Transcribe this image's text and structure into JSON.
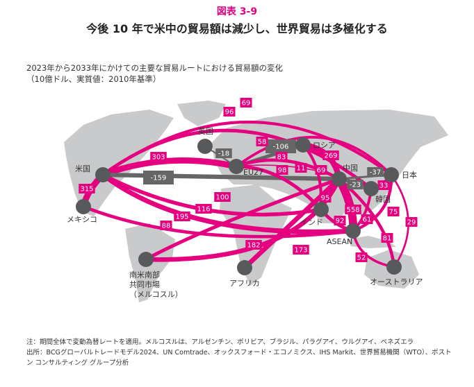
{
  "figure_number": "図表 3-9",
  "title": "今後 10 年で米中の貿易額は減少し、世界貿易は多極化する",
  "subtitle_line1": "2023年から2033年にかけての主要な貿易ルートにおける貿易額の変化",
  "subtitle_line2": "（10億ドル、実質値：2010年基準）",
  "colors": {
    "positive": "#e4007f",
    "negative": "#666666",
    "node": "#58595b",
    "land": "#c9cacc"
  },
  "nodes": [
    {
      "id": "us",
      "label": "米国"
    },
    {
      "id": "mx",
      "label": "メキシコ"
    },
    {
      "id": "uk",
      "label": "英国"
    },
    {
      "id": "eu",
      "label": "EU27"
    },
    {
      "id": "ru",
      "label": "ロシア"
    },
    {
      "id": "cn",
      "label": "中国"
    },
    {
      "id": "jp",
      "label": "日本"
    },
    {
      "id": "kr",
      "label": "韓国"
    },
    {
      "id": "in",
      "label": "インド"
    },
    {
      "id": "asean",
      "label": "ASEAN"
    },
    {
      "id": "sa",
      "label": "南米南部\n共同市場\n（メルコスル）"
    },
    {
      "id": "af",
      "label": "アフリカ"
    },
    {
      "id": "au",
      "label": "オーストラリア"
    }
  ],
  "flows": [
    {
      "from": "us",
      "to": "mx",
      "value": "315"
    },
    {
      "from": "us",
      "to": "eu",
      "value": "303"
    },
    {
      "from": "us",
      "to": "cn",
      "value": "-159"
    },
    {
      "from": "us",
      "to": "jp",
      "value": "69"
    },
    {
      "from": "us",
      "to": "kr",
      "value": "96"
    },
    {
      "from": "us",
      "to": "in",
      "value": "116"
    },
    {
      "from": "us",
      "to": "asean",
      "value": "195"
    },
    {
      "from": "mx",
      "to": "asean",
      "value": "88"
    },
    {
      "from": "uk",
      "to": "eu",
      "value": "-18"
    },
    {
      "from": "eu",
      "to": "ru",
      "value": "-106"
    },
    {
      "from": "eu",
      "to": "jp",
      "value": "58"
    },
    {
      "from": "eu",
      "to": "cn",
      "value": "83"
    },
    {
      "from": "eu",
      "to": "in",
      "value": "98"
    },
    {
      "from": "eu",
      "to": "kr",
      "value": "11"
    },
    {
      "from": "ru",
      "to": "in",
      "value": "69"
    },
    {
      "from": "ru",
      "to": "cn",
      "value": "269"
    },
    {
      "from": "cn",
      "to": "sa",
      "value": "100"
    },
    {
      "from": "cn",
      "to": "in",
      "value": "95"
    },
    {
      "from": "cn",
      "to": "asean",
      "value": "558"
    },
    {
      "from": "in",
      "to": "asean",
      "value": "92"
    },
    {
      "from": "kr",
      "to": "asean",
      "value": "61"
    },
    {
      "from": "jp",
      "to": "asean",
      "value": "75"
    },
    {
      "from": "jp",
      "to": "kr",
      "value": "33"
    },
    {
      "from": "cn",
      "to": "jp",
      "value": "-37"
    },
    {
      "from": "cn",
      "to": "kr",
      "value": "-23"
    },
    {
      "from": "cn",
      "to": "au",
      "value": "81"
    },
    {
      "from": "jp",
      "to": "au",
      "value": "29"
    },
    {
      "from": "asean",
      "to": "au",
      "value": "52"
    },
    {
      "from": "cn",
      "to": "af",
      "value": "182"
    },
    {
      "from": "cn",
      "to": "sa",
      "value": "173"
    }
  ],
  "notes": {
    "note": "注：期間全体で変動為替レートを適用。メルコスルは、アルゼンチン、ボリビア、ブラジル、パラグアイ、ウルグアイ、ベネズエラ",
    "source": "出所：BCGグローバルトレードモデル2024、UN Comtrade、オックスフォード・エコノミクス、IHS Markit、世界貿易機関（WTO）、ボストン コンサルティング グループ分析"
  }
}
